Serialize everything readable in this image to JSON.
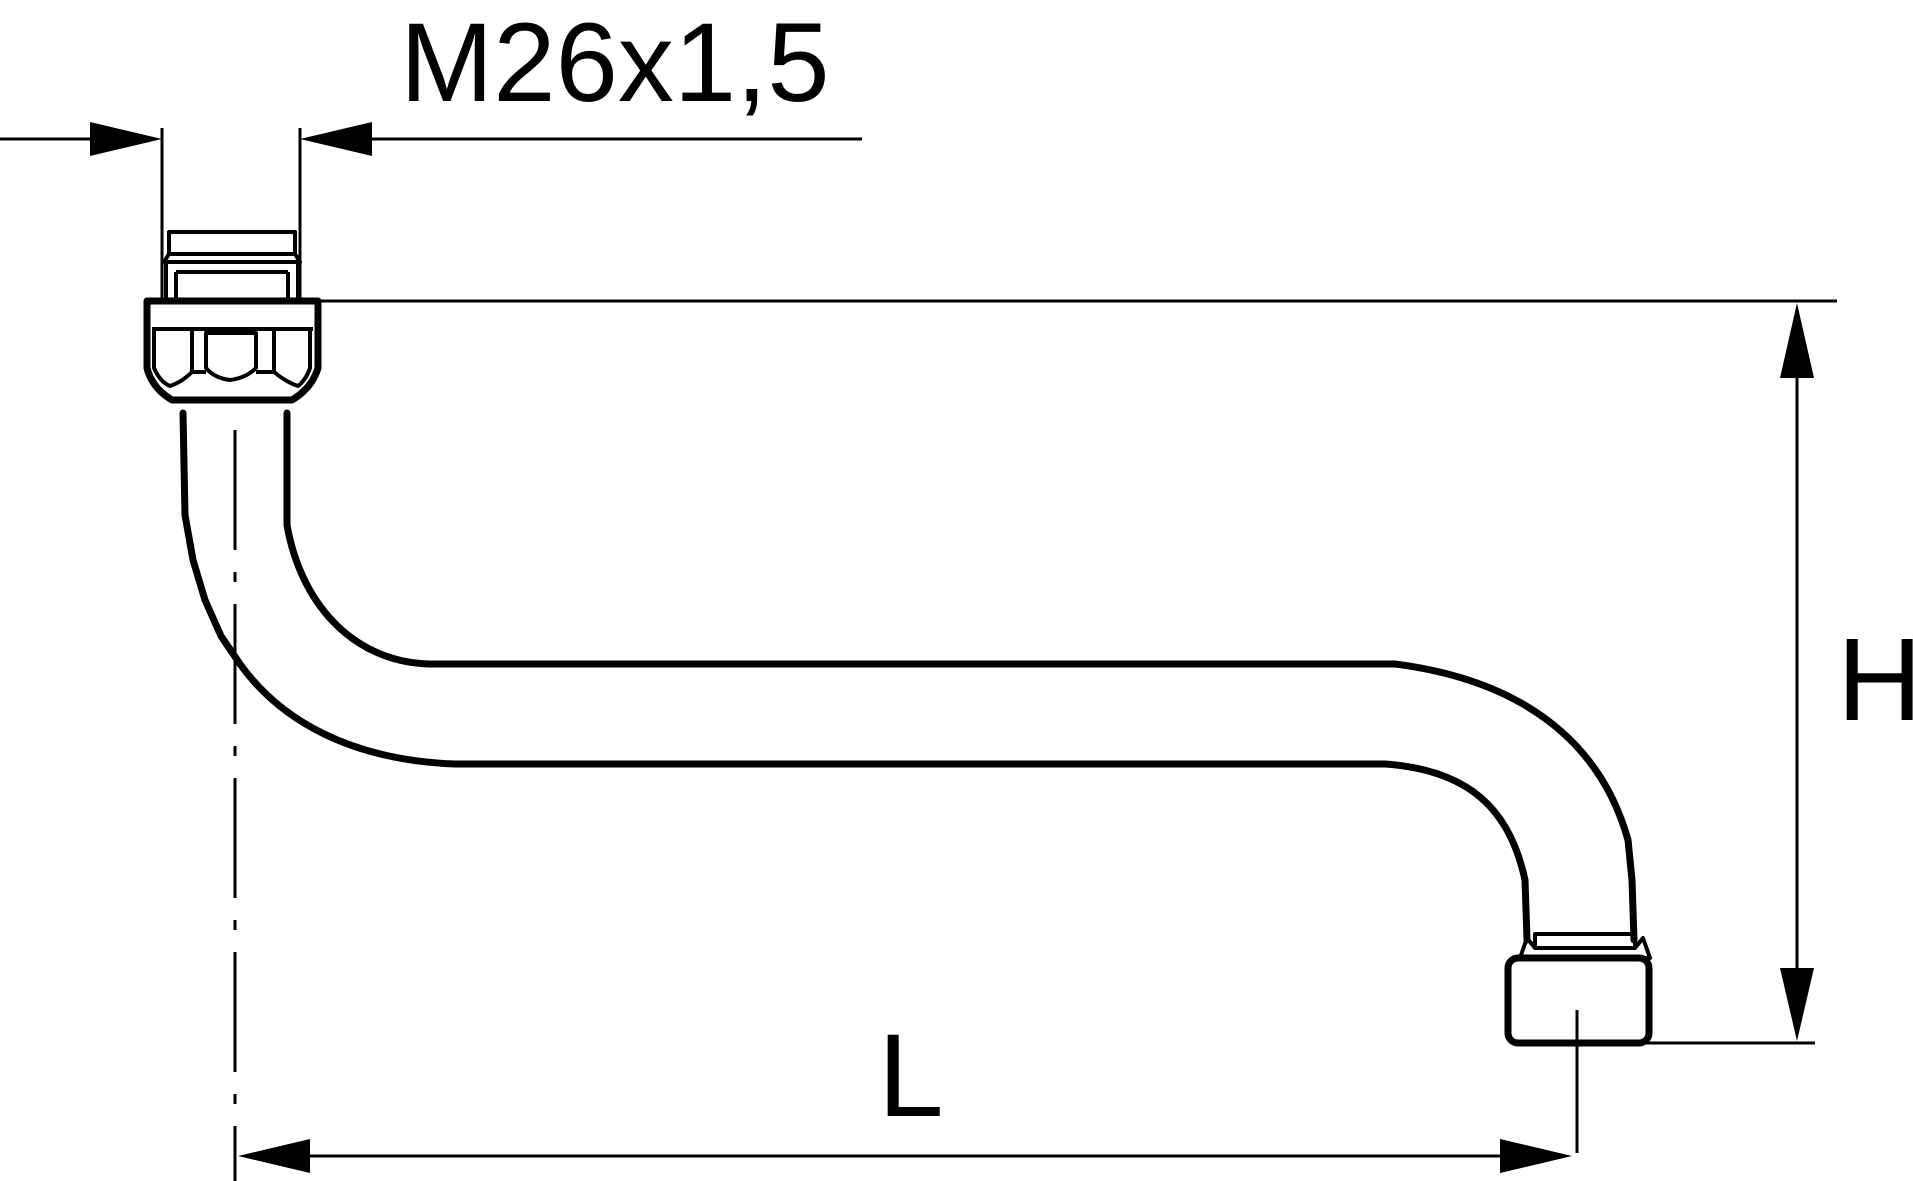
{
  "drawing": {
    "thread_label": "M26x1,5",
    "length_label": "L",
    "height_label": "H"
  },
  "colors": {
    "line": "#000000",
    "background": "#ffffff"
  }
}
